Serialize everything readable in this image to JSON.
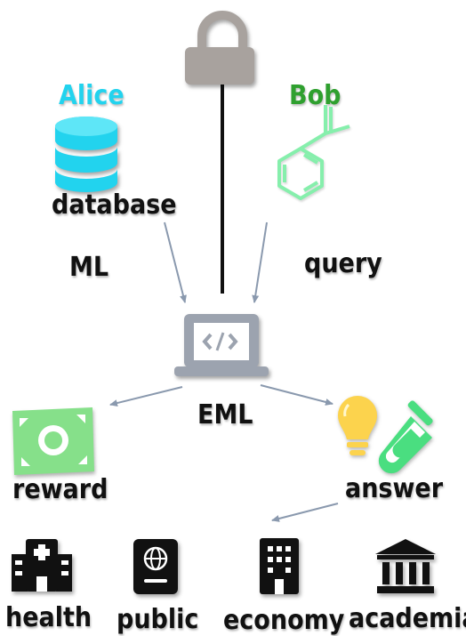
{
  "people": {
    "alice": {
      "name": "Alice",
      "color": "#22d3ee"
    },
    "bob": {
      "name": "Bob",
      "color": "#2fa02f"
    }
  },
  "labels": {
    "database": "database",
    "ml": "ML",
    "query": "query",
    "eml": "EML",
    "reward": "reward",
    "answer": "answer"
  },
  "sectors": [
    "health",
    "public",
    "economy",
    "academia"
  ],
  "icons": {
    "lock": "lock-icon",
    "database": "database-icon",
    "molecule": "molecule-icon",
    "laptop": "laptop-code-icon",
    "money": "money-bill-icon",
    "bulb": "lightbulb-icon",
    "tube": "test-tube-icon",
    "hospital": "hospital-icon",
    "passport": "passport-icon",
    "building": "office-building-icon",
    "academia": "university-icon"
  },
  "colors": {
    "lock": "#a8a29e",
    "database": "#22d3ee",
    "molecule": "#86efac",
    "laptop": "#9ca3af",
    "money": "#86e08a",
    "bulb": "#fcd34d",
    "tube": "#4ade80",
    "arrow": "#8a99ae",
    "black": "#111111"
  }
}
